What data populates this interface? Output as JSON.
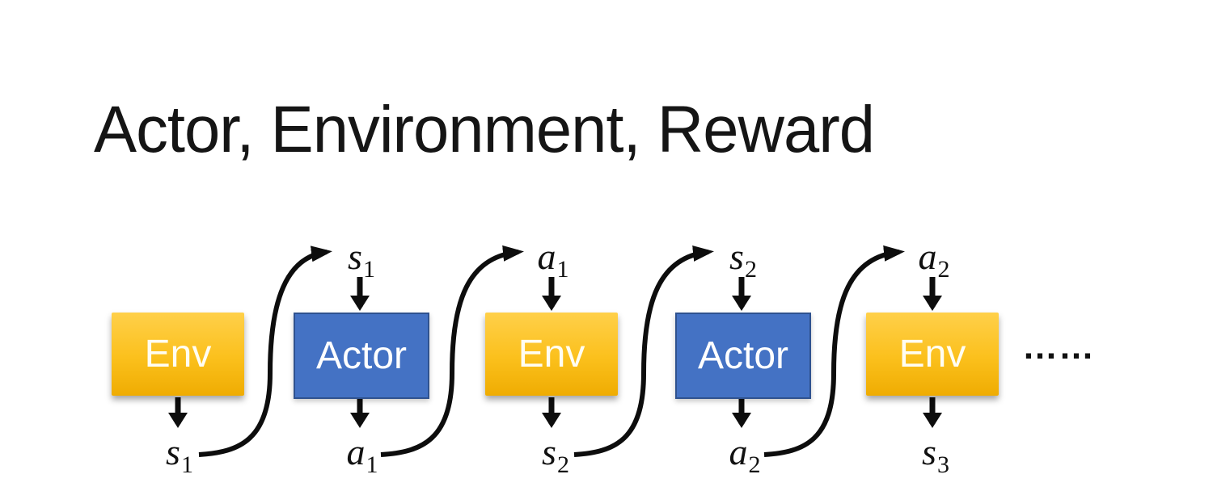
{
  "slide": {
    "title": "Actor, Environment, Reward",
    "ellipsis": "……",
    "colors": {
      "title_text": "#151515",
      "env_gradient_top": "#FFD04A",
      "env_gradient_bottom": "#EFAC02",
      "actor_fill": "#4472C4",
      "actor_border": "#2F528F",
      "arrow_black": "#0D0D0D",
      "box_text": "#FFFFFF"
    }
  },
  "diagram": {
    "boxes": [
      {
        "type": "env",
        "label": "Env"
      },
      {
        "type": "actor",
        "label": "Actor"
      },
      {
        "type": "env",
        "label": "Env"
      },
      {
        "type": "actor",
        "label": "Actor"
      },
      {
        "type": "env",
        "label": "Env"
      }
    ],
    "top_labels": [
      {
        "base": "s",
        "sub": "1"
      },
      {
        "base": "a",
        "sub": "1"
      },
      {
        "base": "s",
        "sub": "2"
      },
      {
        "base": "a",
        "sub": "2"
      }
    ],
    "bottom_labels": [
      {
        "base": "s",
        "sub": "1"
      },
      {
        "base": "a",
        "sub": "1"
      },
      {
        "base": "s",
        "sub": "2"
      },
      {
        "base": "a",
        "sub": "2"
      },
      {
        "base": "s",
        "sub": "3"
      }
    ]
  }
}
